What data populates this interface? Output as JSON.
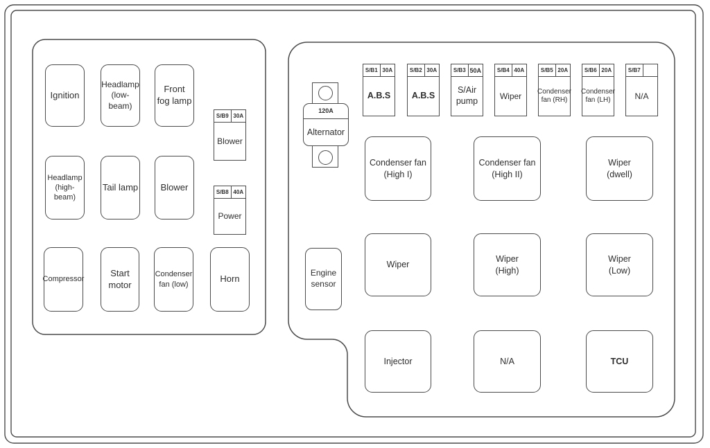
{
  "colors": {
    "line": "#4a4a4a",
    "text": "#2d2d2d",
    "background": "#ffffff"
  },
  "left_panel": {
    "fuses": [
      {
        "line1": "Ignition",
        "line2": ""
      },
      {
        "line1": "Headlamp",
        "line2": "(low-beam)"
      },
      {
        "line1": "Front",
        "line2": "fog lamp"
      },
      {
        "line1": "Headlamp",
        "line2": "(high-beam)"
      },
      {
        "line1": "Tail lamp",
        "line2": ""
      },
      {
        "line1": "Blower",
        "line2": ""
      },
      {
        "line1": "Compressor",
        "line2": ""
      },
      {
        "line1": "Start",
        "line2": "motor"
      },
      {
        "line1": "Condenser",
        "line2": "fan (low)"
      },
      {
        "line1": "Horn",
        "line2": ""
      }
    ],
    "sb_fuses": [
      {
        "id": "S/B9",
        "amp": "30A",
        "label": "Blower"
      },
      {
        "id": "S/B8",
        "amp": "40A",
        "label": "Power"
      }
    ]
  },
  "right_panel": {
    "sb_fuses": [
      {
        "id": "S/B1",
        "amp": "30A",
        "line1": "A.B.S",
        "line2": ""
      },
      {
        "id": "S/B2",
        "amp": "30A",
        "line1": "A.B.S",
        "line2": ""
      },
      {
        "id": "S/B3",
        "amp": "50A",
        "line1": "S/Air",
        "line2": "pump"
      },
      {
        "id": "S/B4",
        "amp": "40A",
        "line1": "Wiper",
        "line2": ""
      },
      {
        "id": "S/B5",
        "amp": "20A",
        "line1": "Condenser",
        "line2": "fan (RH)"
      },
      {
        "id": "S/B6",
        "amp": "20A",
        "line1": "Condenser",
        "line2": "fan (LH)"
      },
      {
        "id": "S/B7",
        "amp": "",
        "line1": "N/A",
        "line2": ""
      }
    ],
    "alternator": {
      "amp": "120A",
      "label": "Alternator"
    },
    "engine_sensor": {
      "line1": "Engine",
      "line2": "sensor"
    },
    "grid": [
      {
        "line1": "Condenser fan",
        "line2": "(High I)"
      },
      {
        "line1": "Condenser fan",
        "line2": "(High II)"
      },
      {
        "line1": "Wiper",
        "line2": "(dwell)"
      },
      {
        "line1": "Wiper",
        "line2": ""
      },
      {
        "line1": "Wiper",
        "line2": "(High)"
      },
      {
        "line1": "Wiper",
        "line2": "(Low)"
      },
      {
        "line1": "Injector",
        "line2": ""
      },
      {
        "line1": "N/A",
        "line2": ""
      },
      {
        "line1": "TCU",
        "line2": ""
      }
    ]
  }
}
